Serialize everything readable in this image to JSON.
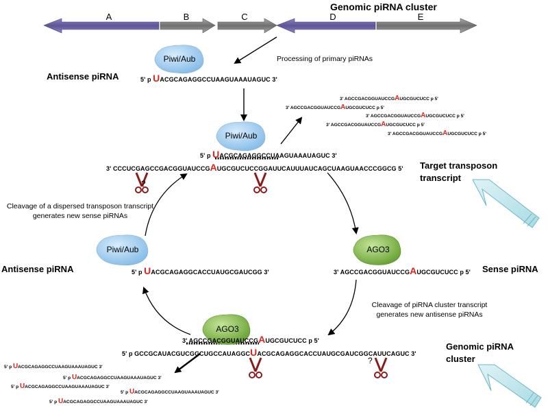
{
  "cluster": {
    "title": "Genomic piRNA cluster",
    "segments": [
      "A",
      "B",
      "C",
      "D",
      "E"
    ]
  },
  "processing_label": "Processing of primary piRNAs",
  "proteins": {
    "piwi_top": "Piwi/Aub",
    "piwi_mid": "Piwi/Aub",
    "piwi_left": "Piwi/Aub",
    "ago3_right": "AGO3",
    "ago3_bottom": "AGO3"
  },
  "labels": {
    "antisense_top": "Antisense piRNA",
    "antisense_left": "Antisense piRNA",
    "sense_right": "Sense piRNA",
    "target_transcript": "Target transposon\ntranscript",
    "genomic_cluster_bottom": "Genomic piRNA\ncluster",
    "question": "?",
    "question2": "?"
  },
  "captions": {
    "left_cleavage": "Cleavage of a dispersed transposon transcript generates new sense piRNAs",
    "right_cleavage": "Cleavage of piRNA cluster transcript generates new antisense piRNAs"
  },
  "sequences": {
    "top_antisense": {
      "prefix": "5' p ",
      "u": "U",
      "rest": "ACGCAGAGGCCUAAGUAAAUAGUC 3'"
    },
    "mid_antisense": {
      "prefix": "5' p ",
      "u": "U",
      "rest": "ACGCAGAGGCCUAAGUAAAUAGUC 3'"
    },
    "transposon": {
      "pre": "3' CCCUCGAGCCGACGGUAUCCG",
      "a": "A",
      "post": "UGCGUCUCCGGAUUCAUUUAUCAGCUAAGUAACCCGGCG 5'"
    },
    "left_antisense": {
      "prefix": "5' p ",
      "u": "U",
      "rest": "ACGCAGAGGCACCUAUGCGAUCGG 3'"
    },
    "right_sense": {
      "pre": "3' AGCCGACGGUAUCCG",
      "a": "A",
      "post": "UGCGUCUCC p 5'"
    },
    "bottom_sense": {
      "pre": "3' AGCCGACGGUAUCCG",
      "a": "A",
      "post": "UGCGUCUCC p 5'"
    },
    "cluster_transcript": {
      "pre": "5' p GCCGCAUACGUCGGCUGCCAUAGGC",
      "u": "U",
      "post": "ACGCAGAGGCACCUAUGCGAUCGGCAUUCAGUC 3'"
    },
    "sense_fan": [
      {
        "pre": "3' AGCCGACGGUAUCCG",
        "a": "A",
        "post": "UGCGUCUCC p 5'"
      },
      {
        "pre": "3' AGCCGACGGUAUCCG",
        "a": "A",
        "post": "UGCGUCUCC p 5'"
      },
      {
        "pre": "3' AGCCGACGGUAUCCG",
        "a": "A",
        "post": "UGCGUCUCC p 5'"
      },
      {
        "pre": "3' AGCCGACGGUAUCCG",
        "a": "A",
        "post": "UGCGUCUCC p 5'"
      },
      {
        "pre": "3' AGCCGACGGUAUCCG",
        "a": "A",
        "post": "UGCGUCUCC p 5'"
      }
    ],
    "antisense_fan": [
      {
        "prefix": "5' p ",
        "u": "U",
        "rest": "ACGCAGAGGCCUAAGUAAAUAGUC 3'"
      },
      {
        "prefix": "5' p ",
        "u": "U",
        "rest": "ACGCAGAGGCCUAAGUAAAUAGUC 3'"
      },
      {
        "prefix": "5' p ",
        "u": "U",
        "rest": "ACGCAGAGGCCUAAGUAAAUAGUC 3'"
      },
      {
        "prefix": "5' p ",
        "u": "U",
        "rest": "ACGCAGAGGCCUAAGUAAAUAGUC 3'"
      },
      {
        "prefix": "5' p ",
        "u": "U",
        "rest": "ACGCAGAGGCCUAAGUAAAUAGUC 3'"
      }
    ]
  },
  "colors": {
    "antisense_arrow": "#6a63a8",
    "sense_arrow": "#7f7f7f",
    "piwi": "#8fc3ee",
    "ago3": "#76b33a",
    "highlight": "#e0231b",
    "scissors": "#8b1a1a",
    "big_arrow": "#bfe6ec"
  }
}
